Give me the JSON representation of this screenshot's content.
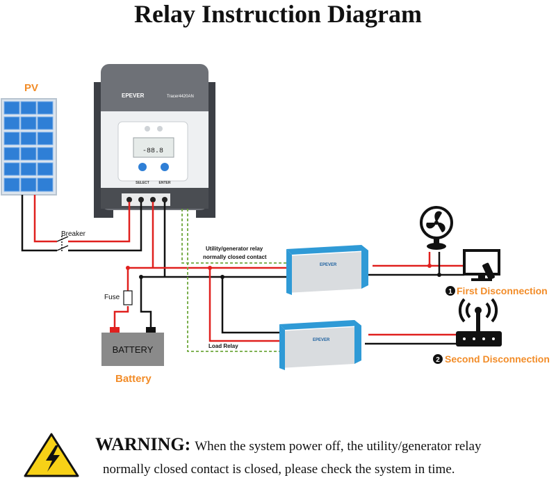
{
  "title": "Relay Instruction Diagram",
  "pv_label": "PV",
  "breaker_label": "Breaker",
  "fuse_label": "Fuse",
  "battery_box_label": "BATTERY",
  "battery_label": "Battery",
  "controller": {
    "brand": "EPEVER",
    "model": "Tracer4420AN",
    "display_reading": "-88.8",
    "select_label": "SELECT",
    "enter_label": "ENTER"
  },
  "inverter_brand": "EPEVER",
  "relay1_label_line1": "Utility/generator relay",
  "relay1_label_line2": "normally closed contact",
  "relay2_label": "Load Relay",
  "first_disconnection": {
    "number": "1",
    "label": "First Disconnection"
  },
  "second_disconnection": {
    "number": "2",
    "label": "Second Disconnection"
  },
  "warning": {
    "label": "WARNING:",
    "line1": "When the system power off, the utility/generator relay",
    "line2": "normally closed contact is closed, please check the system in time."
  },
  "colors": {
    "accent_orange": "#f28c28",
    "wire_red": "#e0201e",
    "wire_black": "#111111",
    "relay_green": "#6fa83c",
    "panel_blue": "#2f7fd6"
  },
  "icons": [
    "fan-icon",
    "monitor-icon",
    "router-icon",
    "warning-icon"
  ]
}
